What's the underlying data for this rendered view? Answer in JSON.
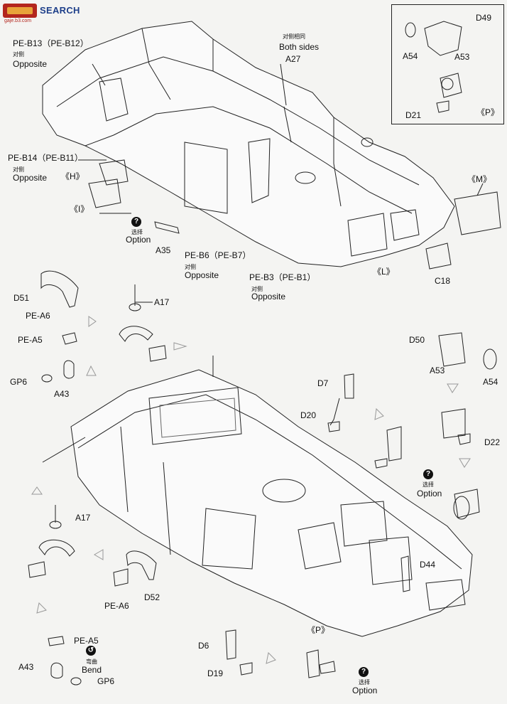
{
  "watermark": {
    "text": "SEARCH",
    "sub_text": "gaje.b3.com"
  },
  "labels": {
    "pe_b13": "PE-B13（PE-B12）",
    "opp_cn_1": "对侧",
    "opp_1": "Opposite",
    "pe_b14": "PE-B14（PE-B11）",
    "opp_cn_2": "对侧",
    "opp_2": "Opposite",
    "h": "《H》",
    "i": "《I》",
    "option_cn_1": "选择",
    "option_1": "Option",
    "a35": "A35",
    "pe_b6": "PE-B6（PE-B7）",
    "opp_cn_3": "对侧",
    "opp_3": "Opposite",
    "pe_b3": "PE-B3（PE-B1）",
    "opp_cn_4": "对侧",
    "opp_4": "Opposite",
    "both_cn": "对侧相同",
    "both": "Both sides",
    "a27": "A27",
    "l": "《L》",
    "m": "《M》",
    "c18": "C18",
    "d49": "D49",
    "a54_top": "A54",
    "a53_top": "A53",
    "d21": "D21",
    "p_top": "《P》",
    "d51": "D51",
    "pe_a6_top": "PE-A6",
    "a17_top": "A17",
    "pe_a5_top": "PE-A5",
    "gp6_top": "GP6",
    "a43_top": "A43",
    "d50": "D50",
    "a53_mid": "A53",
    "a54_mid": "A54",
    "d7": "D7",
    "d20": "D20",
    "d22": "D22",
    "option_cn_2": "选择",
    "option_2": "Option",
    "a17_mid": "A17",
    "d52": "D52",
    "pe_a6_mid": "PE-A6",
    "d44": "D44",
    "p_mid": "《P》",
    "pe_a5_bot": "PE-A5",
    "bend_cn": "弯曲",
    "bend": "Bend",
    "a43_bot": "A43",
    "gp6_bot": "GP6",
    "d6": "D6",
    "d19": "D19",
    "option_cn_3": "选择",
    "option_3": "Option"
  },
  "icons": {
    "option_marker": "?",
    "bend_marker": "↺"
  }
}
